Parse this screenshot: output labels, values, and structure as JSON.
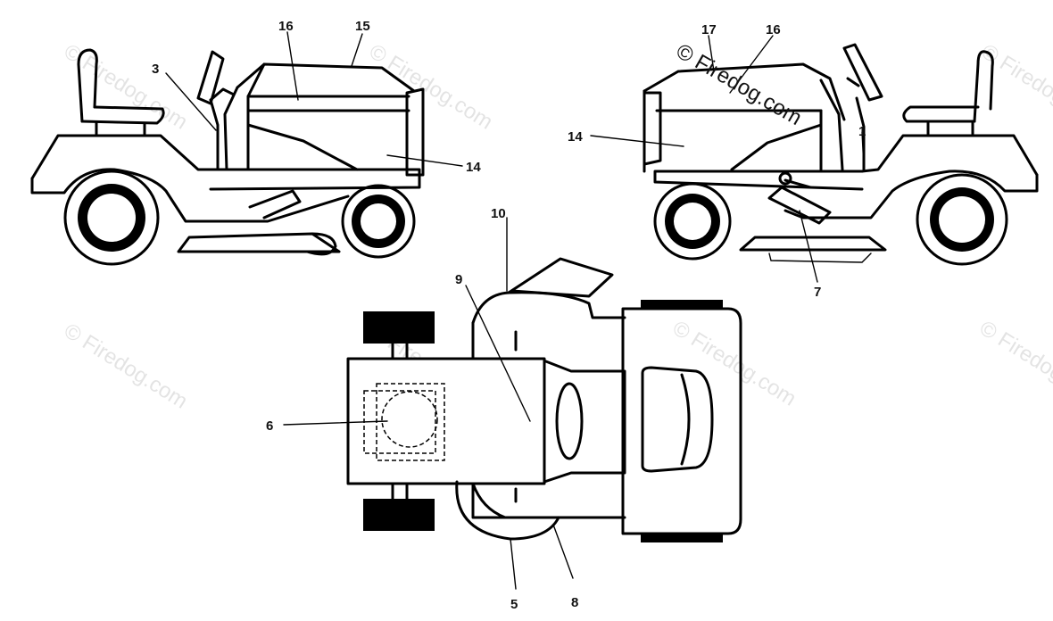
{
  "labels": {
    "l1": "1",
    "l3": "3",
    "l5": "5",
    "l6": "6",
    "l7": "7",
    "l8": "8",
    "l9": "9",
    "l10": "10",
    "l14a": "14",
    "l14b": "14",
    "l15": "15",
    "l16a": "16",
    "l16b": "16",
    "l17": "17"
  },
  "watermark": "© Firedog.com"
}
